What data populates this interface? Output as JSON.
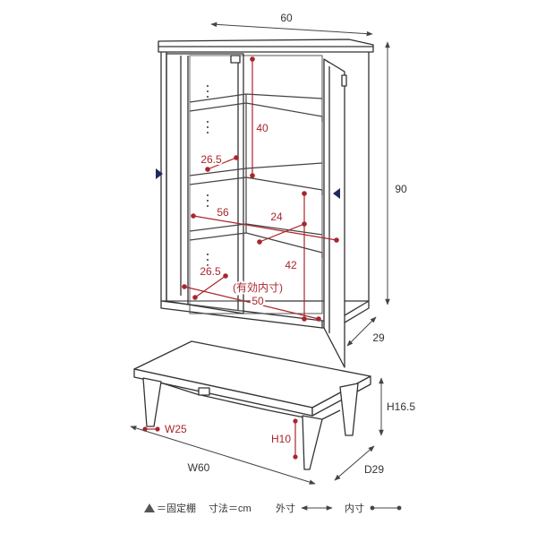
{
  "external": {
    "width": "60",
    "height": "90",
    "depth": "29"
  },
  "internal": {
    "top_shelf_height": "40",
    "shelf_depth_upper": "26.5",
    "inner_width": "56",
    "shelf_depth_side": "24",
    "lower_height": "42",
    "shelf_depth_lower": "26.5",
    "effective_label": "(有効内寸)",
    "effective_width": "50"
  },
  "base": {
    "width": "W60",
    "depth": "D29",
    "height": "H16.5",
    "leg_width": "W25",
    "leg_height": "H10"
  },
  "legend": {
    "fixed_shelf": "＝固定棚",
    "unit": "寸法＝cm",
    "outer": "外寸",
    "inner": "内寸"
  },
  "colors": {
    "internal": "#a8262c",
    "external": "#444444",
    "marker": "#1f2a5c"
  }
}
